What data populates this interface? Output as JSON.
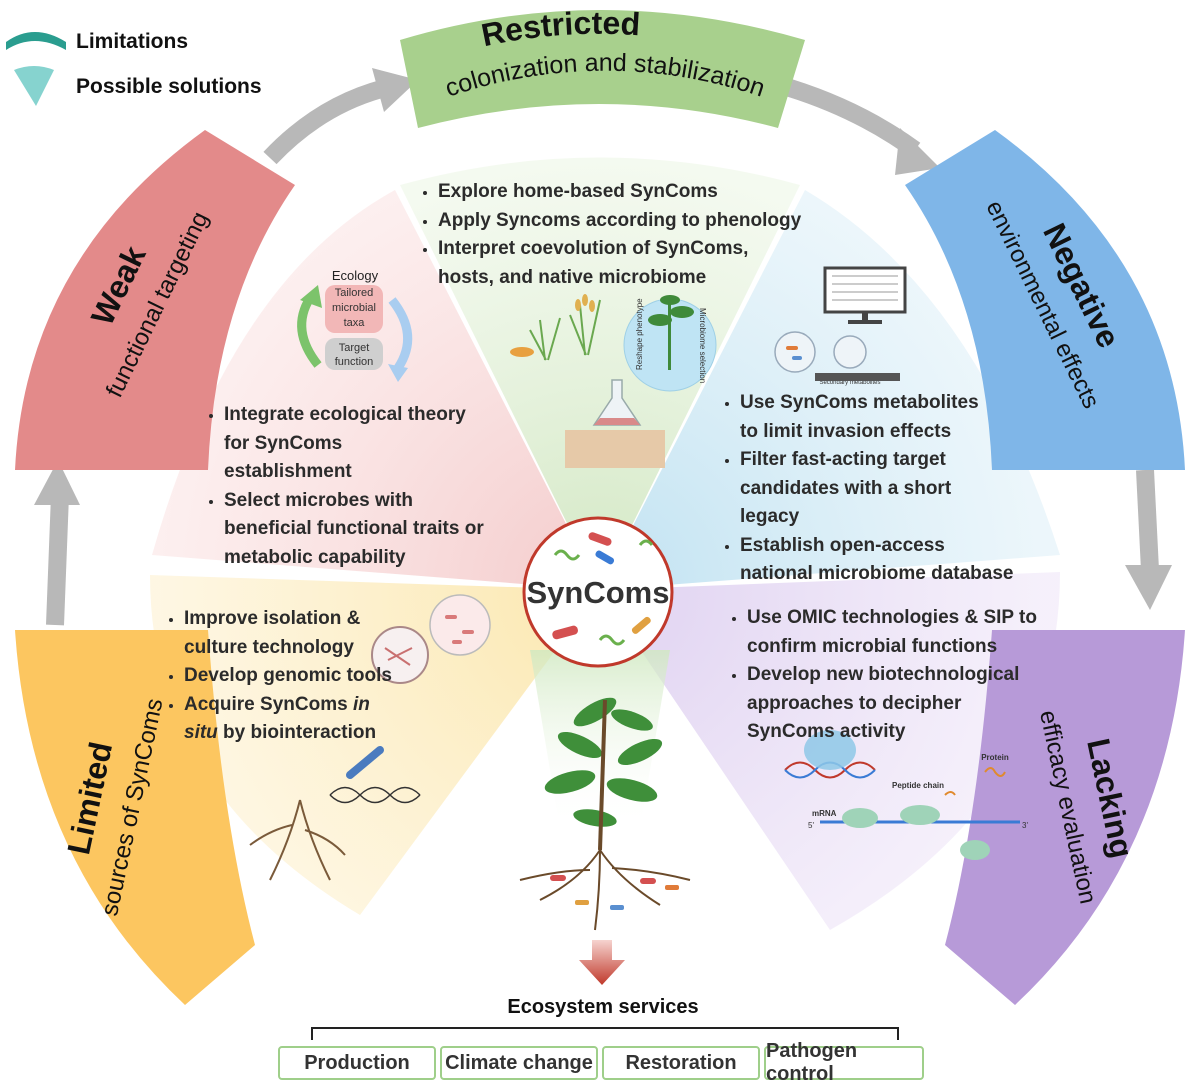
{
  "legend": {
    "limitations": "Limitations",
    "solutions": "Possible solutions"
  },
  "center": "SynComs",
  "banners": {
    "top": {
      "title": "Restricted",
      "subtitle": "colonization and stabilization"
    },
    "left": {
      "title": "Weak",
      "subtitle": "functional targeting"
    },
    "right": {
      "title": "Negative",
      "subtitle": "environmental effects"
    },
    "bl": {
      "title": "Limited",
      "subtitle": "sources of SynComs"
    },
    "br": {
      "title": "Lacking",
      "subtitle": "efficacy evaluation"
    }
  },
  "wedges": {
    "top": [
      "Explore home-based SynComs",
      "Apply Syncoms according to phenology",
      "Interpret coevolution of SynComs, hosts, and native microbiome"
    ],
    "left": [
      "Integrate ecological theory for SynComs establishment",
      "Select microbes with beneficial functional traits or metabolic capability"
    ],
    "right": [
      "Use SynComs metabolites to limit invasion effects",
      "Filter fast-acting target candidates with a short legacy",
      "Establish open-access national microbiome database"
    ],
    "bl": [
      "Improve isolation & culture technology",
      "Develop genomic tools",
      "Acquire SynComs in situ by biointeraction"
    ],
    "br": [
      "Use OMIC technologies & SIP to confirm microbial functions",
      "Develop new biotechnological approaches to decipher SynComs activity"
    ]
  },
  "ecology_icon": {
    "title": "Ecology",
    "box1": "Tailored microbial taxa",
    "box2": "Target function"
  },
  "small_labels": {
    "reshape": "Reshape phenotype",
    "selection": "Microbiome selection",
    "secondary": "Secondary metabolites",
    "protein": "Protein",
    "peptide": "Peptide chain",
    "mrna": "mRNA",
    "five": "5'",
    "three": "3'"
  },
  "ecosystem": {
    "title": "Ecosystem services",
    "items": [
      "Production",
      "Climate change",
      "Restoration",
      "Pathogen control"
    ]
  },
  "colors": {
    "top": "#a8d08d",
    "left": "#e38a8a",
    "right": "#7fb6e8",
    "bl": "#fcc660",
    "br": "#b79ad8",
    "legend_arc": "#2a9d8f",
    "legend_wedge": "#86d3cf",
    "arrow": "#b8b8b8",
    "center_ring": "#c0392b"
  }
}
